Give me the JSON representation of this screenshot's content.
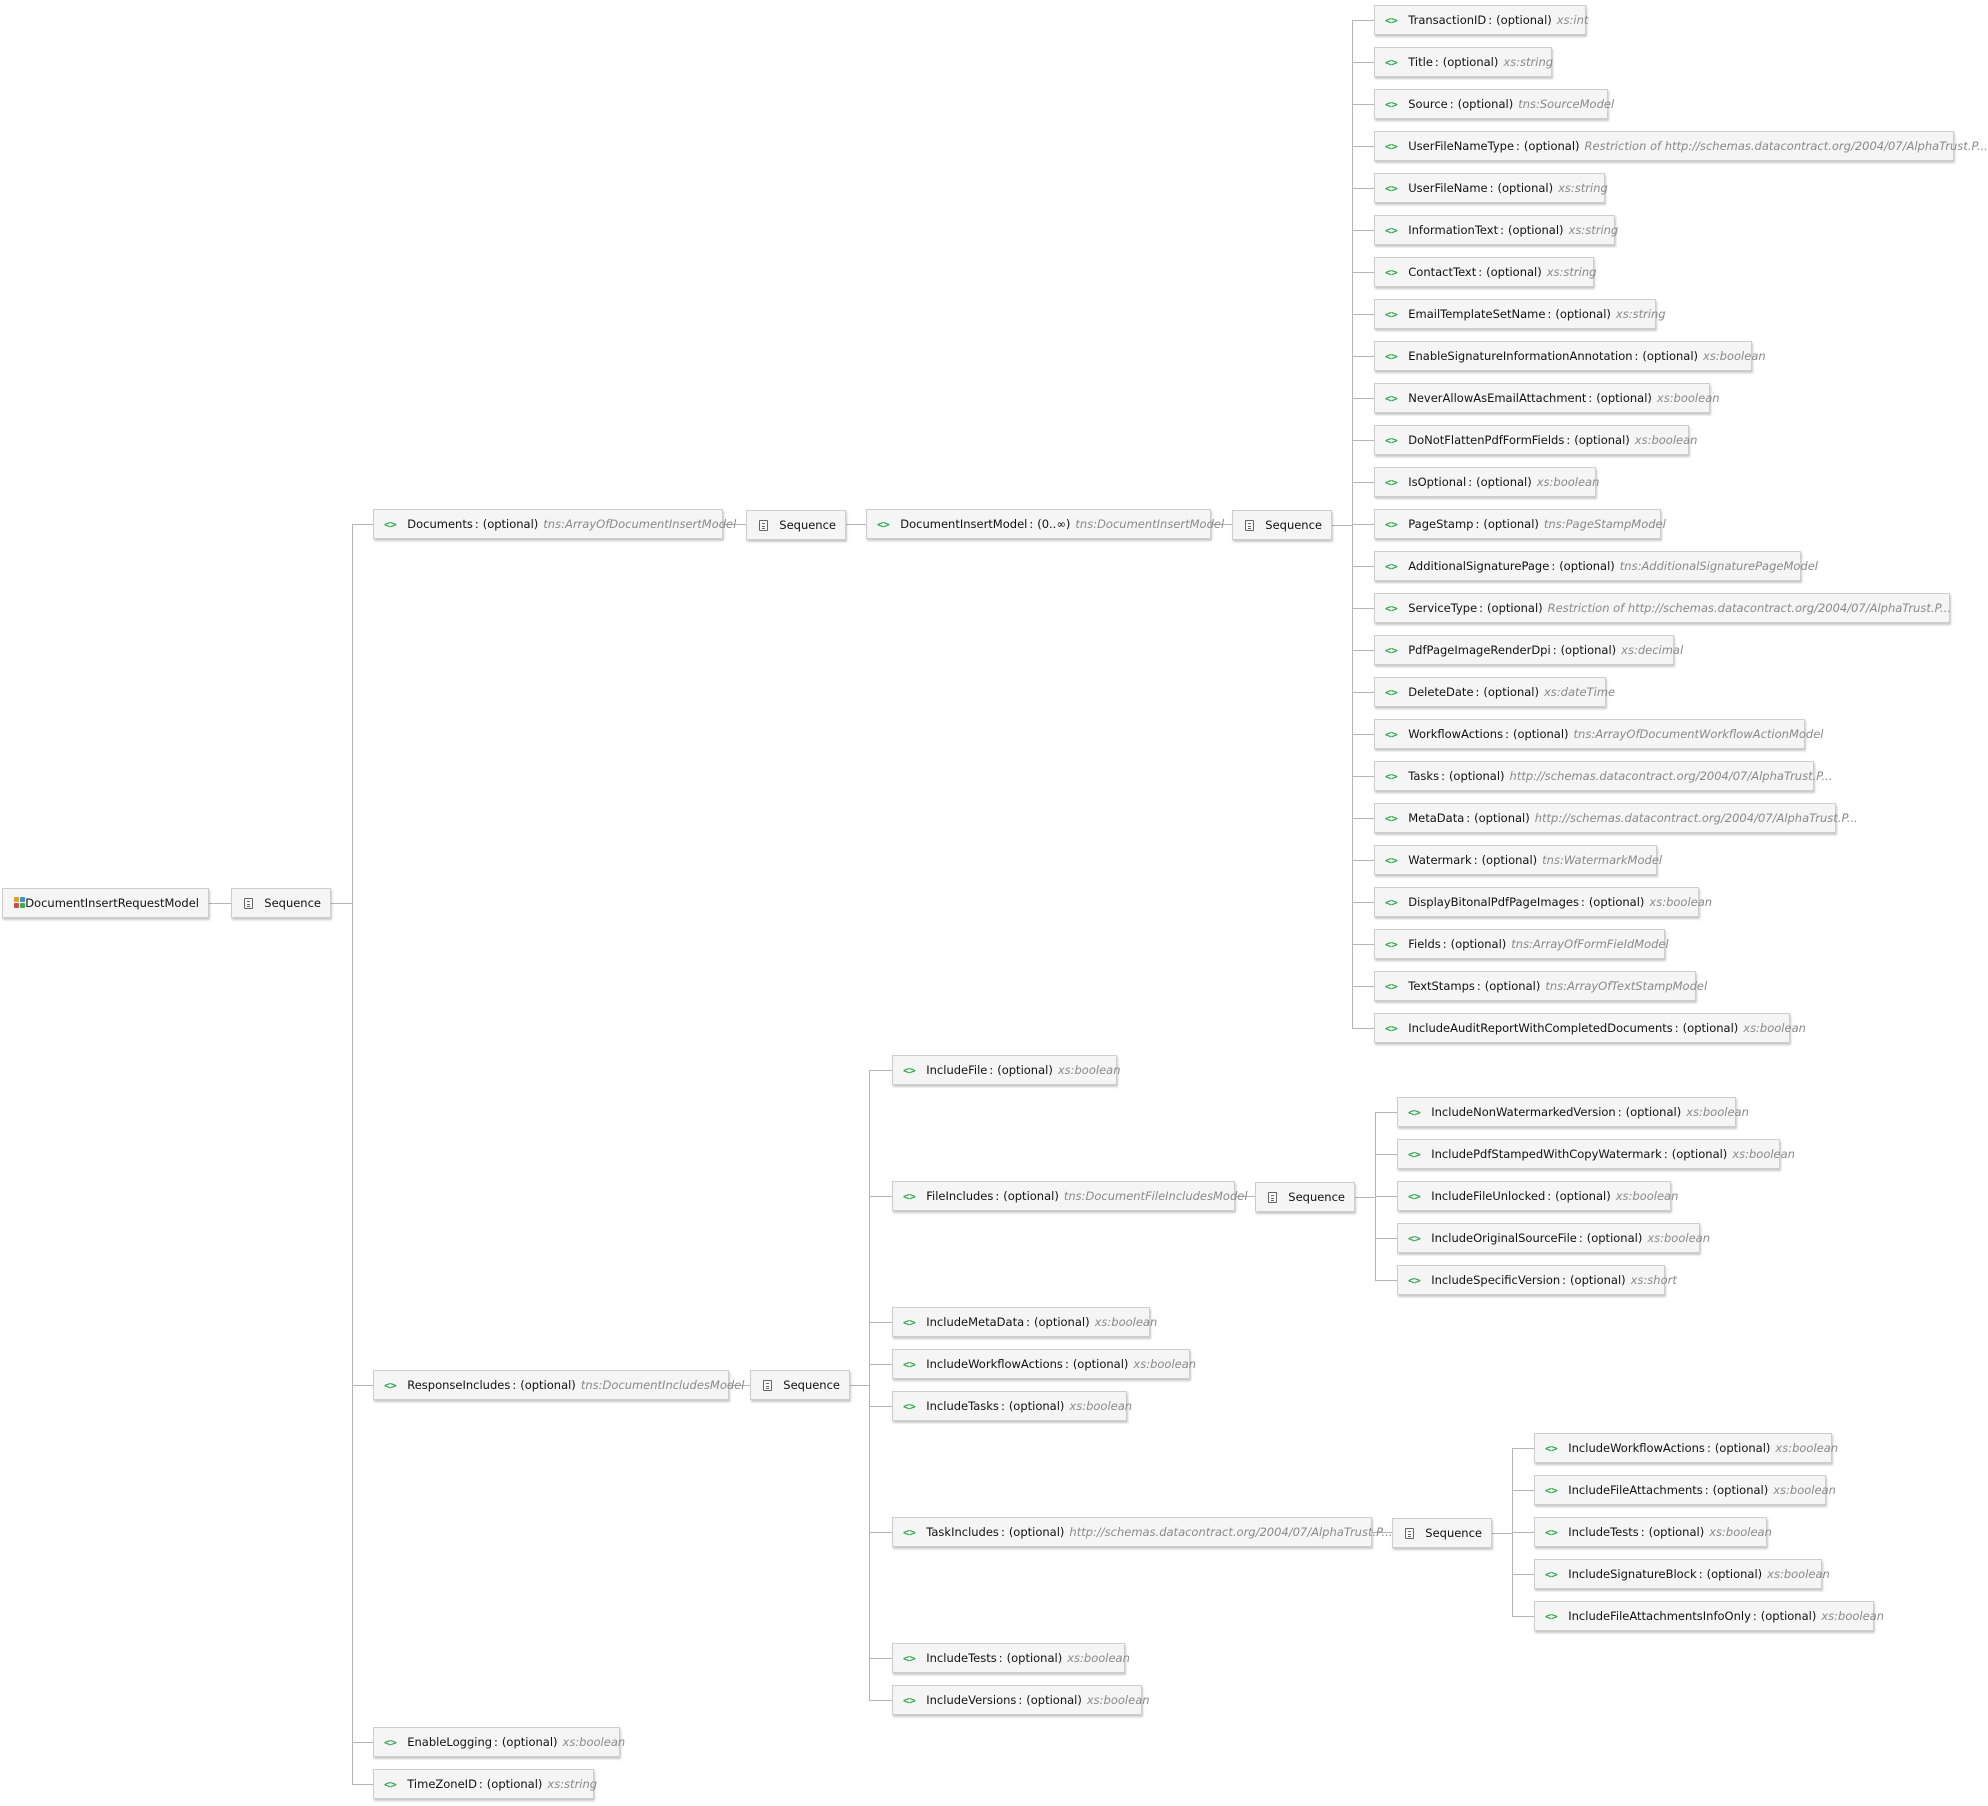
{
  "root": {
    "label": "DocumentInsertRequestModel",
    "icon": "complex-type-icon"
  },
  "labels": {
    "sequence": "Sequence",
    "separator": ":",
    "optional": "(optional)"
  },
  "colors": {
    "element_icon": "#2ca64a",
    "type_text": "#8a8a8a",
    "connector": "#b5b5b5",
    "node_border": "#cdcdcd"
  },
  "elements": {
    "documents": {
      "name": "Documents",
      "occurs": "(optional)",
      "type": "tns:ArrayOfDocumentInsertModel"
    },
    "document_insert_model": {
      "name": "DocumentInsertModel",
      "occurs": "(0..∞)",
      "type": "tns:DocumentInsertModel"
    },
    "document_fields": [
      {
        "name": "TransactionID",
        "occurs": "(optional)",
        "type": "xs:int"
      },
      {
        "name": "Title",
        "occurs": "(optional)",
        "type": "xs:string"
      },
      {
        "name": "Source",
        "occurs": "(optional)",
        "type": "tns:SourceModel"
      },
      {
        "name": "UserFileNameType",
        "occurs": "(optional)",
        "type": "Restriction of http://schemas.datacontract.org/2004/07/AlphaTrust.P..."
      },
      {
        "name": "UserFileName",
        "occurs": "(optional)",
        "type": "xs:string"
      },
      {
        "name": "InformationText",
        "occurs": "(optional)",
        "type": "xs:string"
      },
      {
        "name": "ContactText",
        "occurs": "(optional)",
        "type": "xs:string"
      },
      {
        "name": "EmailTemplateSetName",
        "occurs": "(optional)",
        "type": "xs:string"
      },
      {
        "name": "EnableSignatureInformationAnnotation",
        "occurs": "(optional)",
        "type": "xs:boolean"
      },
      {
        "name": "NeverAllowAsEmailAttachment",
        "occurs": "(optional)",
        "type": "xs:boolean"
      },
      {
        "name": "DoNotFlattenPdfFormFields",
        "occurs": "(optional)",
        "type": "xs:boolean"
      },
      {
        "name": "IsOptional",
        "occurs": "(optional)",
        "type": "xs:boolean"
      },
      {
        "name": "PageStamp",
        "occurs": "(optional)",
        "type": "tns:PageStampModel"
      },
      {
        "name": "AdditionalSignaturePage",
        "occurs": "(optional)",
        "type": "tns:AdditionalSignaturePageModel"
      },
      {
        "name": "ServiceType",
        "occurs": "(optional)",
        "type": "Restriction of http://schemas.datacontract.org/2004/07/AlphaTrust.P..."
      },
      {
        "name": "PdfPageImageRenderDpi",
        "occurs": "(optional)",
        "type": "xs:decimal"
      },
      {
        "name": "DeleteDate",
        "occurs": "(optional)",
        "type": "xs:dateTime"
      },
      {
        "name": "WorkflowActions",
        "occurs": "(optional)",
        "type": "tns:ArrayOfDocumentWorkflowActionModel"
      },
      {
        "name": "Tasks",
        "occurs": "(optional)",
        "type": "http://schemas.datacontract.org/2004/07/AlphaTrust.P..."
      },
      {
        "name": "MetaData",
        "occurs": "(optional)",
        "type": "http://schemas.datacontract.org/2004/07/AlphaTrust.P..."
      },
      {
        "name": "Watermark",
        "occurs": "(optional)",
        "type": "tns:WatermarkModel"
      },
      {
        "name": "DisplayBitonalPdfPageImages",
        "occurs": "(optional)",
        "type": "xs:boolean"
      },
      {
        "name": "Fields",
        "occurs": "(optional)",
        "type": "tns:ArrayOfFormFieldModel"
      },
      {
        "name": "TextStamps",
        "occurs": "(optional)",
        "type": "tns:ArrayOfTextStampModel"
      },
      {
        "name": "IncludeAuditReportWithCompletedDocuments",
        "occurs": "(optional)",
        "type": "xs:boolean"
      }
    ],
    "response_includes": {
      "name": "ResponseIncludes",
      "occurs": "(optional)",
      "type": "tns:DocumentIncludesModel"
    },
    "include_file": {
      "name": "IncludeFile",
      "occurs": "(optional)",
      "type": "xs:boolean"
    },
    "file_includes": {
      "name": "FileIncludes",
      "occurs": "(optional)",
      "type": "tns:DocumentFileIncludesModel"
    },
    "file_include_fields": [
      {
        "name": "IncludeNonWatermarkedVersion",
        "occurs": "(optional)",
        "type": "xs:boolean"
      },
      {
        "name": "IncludePdfStampedWithCopyWatermark",
        "occurs": "(optional)",
        "type": "xs:boolean"
      },
      {
        "name": "IncludeFileUnlocked",
        "occurs": "(optional)",
        "type": "xs:boolean"
      },
      {
        "name": "IncludeOriginalSourceFile",
        "occurs": "(optional)",
        "type": "xs:boolean"
      },
      {
        "name": "IncludeSpecificVersion",
        "occurs": "(optional)",
        "type": "xs:short"
      }
    ],
    "include_meta_data": {
      "name": "IncludeMetaData",
      "occurs": "(optional)",
      "type": "xs:boolean"
    },
    "include_workflow_actions": {
      "name": "IncludeWorkflowActions",
      "occurs": "(optional)",
      "type": "xs:boolean"
    },
    "include_tasks": {
      "name": "IncludeTasks",
      "occurs": "(optional)",
      "type": "xs:boolean"
    },
    "task_includes": {
      "name": "TaskIncludes",
      "occurs": "(optional)",
      "type": "http://schemas.datacontract.org/2004/07/AlphaTrust.P..."
    },
    "task_include_fields": [
      {
        "name": "IncludeWorkflowActions",
        "occurs": "(optional)",
        "type": "xs:boolean"
      },
      {
        "name": "IncludeFileAttachments",
        "occurs": "(optional)",
        "type": "xs:boolean"
      },
      {
        "name": "IncludeTests",
        "occurs": "(optional)",
        "type": "xs:boolean"
      },
      {
        "name": "IncludeSignatureBlock",
        "occurs": "(optional)",
        "type": "xs:boolean"
      },
      {
        "name": "IncludeFileAttachmentsInfoOnly",
        "occurs": "(optional)",
        "type": "xs:boolean"
      }
    ],
    "include_tests": {
      "name": "IncludeTests",
      "occurs": "(optional)",
      "type": "xs:boolean"
    },
    "include_versions": {
      "name": "IncludeVersions",
      "occurs": "(optional)",
      "type": "xs:boolean"
    },
    "enable_logging": {
      "name": "EnableLogging",
      "occurs": "(optional)",
      "type": "xs:boolean"
    },
    "time_zone_id": {
      "name": "TimeZoneID",
      "occurs": "(optional)",
      "type": "xs:string"
    }
  }
}
